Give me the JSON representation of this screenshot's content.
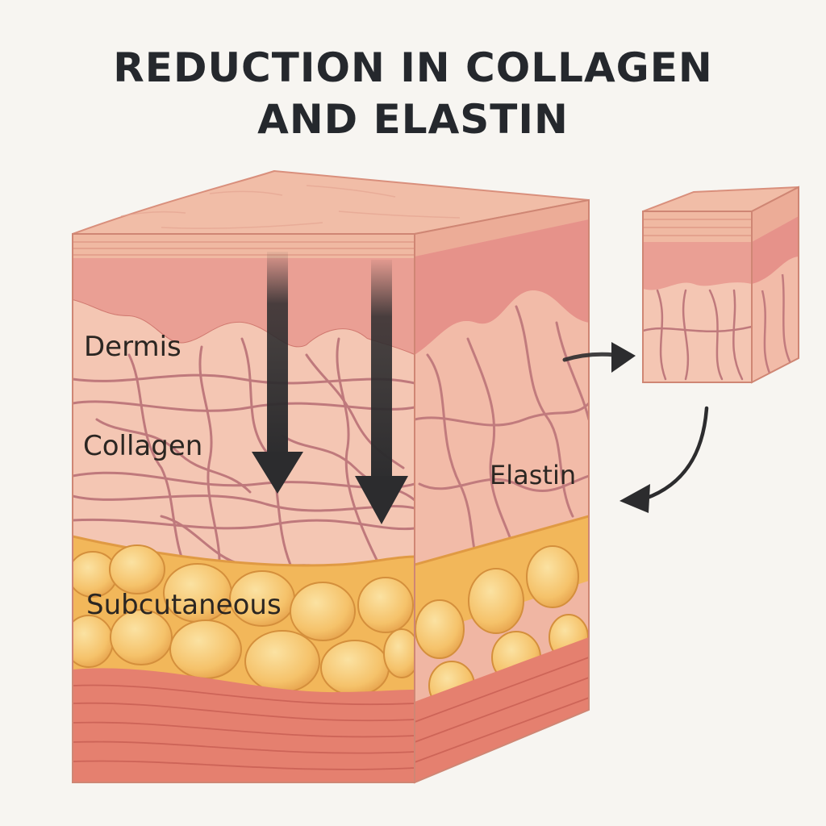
{
  "title": {
    "line1": "REDUCTION IN COLLAGEN",
    "line2": "AND ELASTIN"
  },
  "labels": {
    "dermis": "Dermis",
    "collagen": "Collagen",
    "elastin": "Elastin",
    "subcutaneous": "Subcutaneous"
  },
  "colors": {
    "background": "#f7f5f1",
    "epidermis": "#f1b7a0",
    "dermis": "#f4c1ab",
    "fibers": "#b66c73",
    "fat": "#f2b75a",
    "muscle": "#e5806f",
    "arrows": "#2c2c2e"
  }
}
